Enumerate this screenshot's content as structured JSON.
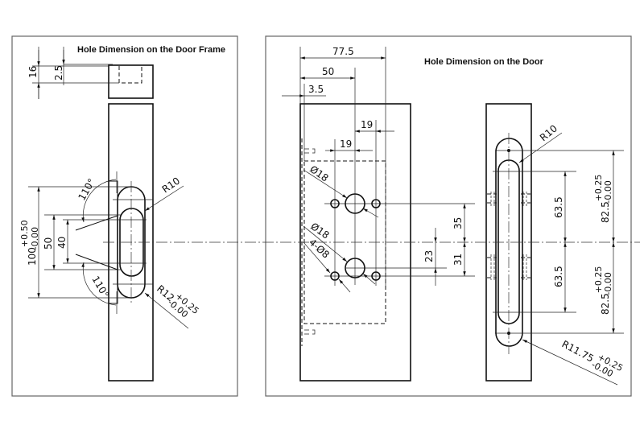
{
  "frame_panel": {
    "title": "Hole Dimension on the Door Frame",
    "dims": {
      "d16": "16",
      "d2_5": "2.5",
      "d100": "100",
      "d100_tol_plus": "+0.50",
      "d100_tol_minus": "-0.00",
      "d50": "50",
      "d40": "40",
      "angle_top": "110°",
      "angle_bottom": "110°",
      "r10": "R10",
      "r12": "R12",
      "r12_tol_plus": "+0.25",
      "r12_tol_minus": "-0.00"
    }
  },
  "door_panel": {
    "title": "Hole Dimension on the Door",
    "dims": {
      "d77_5": "77.5",
      "d50": "50",
      "d3_5": "3.5",
      "d19_upper": "19",
      "d19_lower": "19",
      "dia18_top": "Ø18",
      "dia18_bottom": "Ø18",
      "dia8": "4-Ø8",
      "d35": "35",
      "d31": "31",
      "d23": "23",
      "d63_5_top": "63.5",
      "d63_5_bottom": "63.5",
      "d82_5_top": "82.5",
      "d82_5_bottom": "82.5",
      "tol_plus": "+0.25",
      "tol_minus": "-0.00",
      "r10": "R10",
      "r11_75": "R11.75",
      "r11_75_tol_plus": "+0.25",
      "r11_75_tol_minus": "-0.00"
    }
  }
}
